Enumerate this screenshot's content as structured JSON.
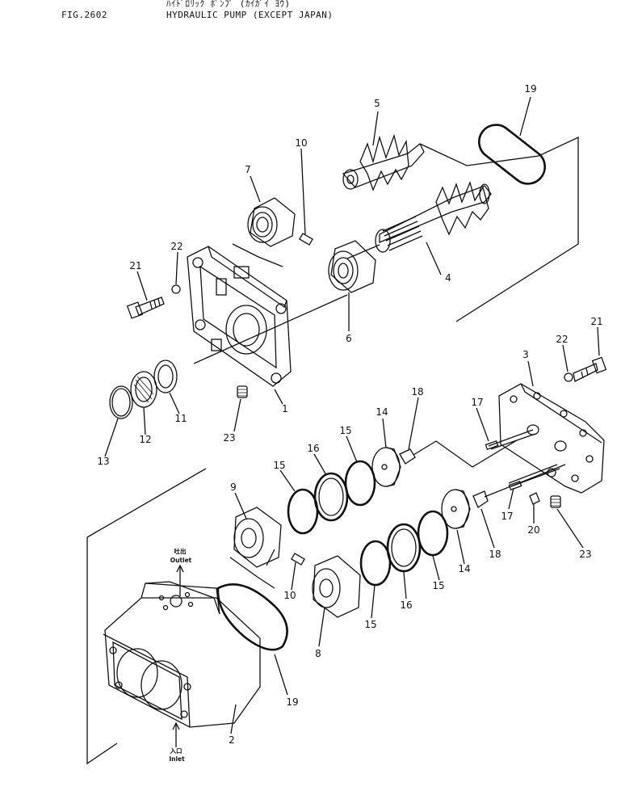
{
  "header": {
    "jp_title": "ﾊｲﾄﾞﾛﾘｯｸ ﾎﾟﾝﾌﾟ (ｶｲｶﾞｲ ﾖｳ)",
    "fig_number": "FIG.2602",
    "title": "HYDRAULIC PUMP (EXCEPT JAPAN)"
  },
  "callouts": [
    "1",
    "2",
    "3",
    "4",
    "5",
    "6",
    "7",
    "8",
    "9",
    "10",
    "10",
    "11",
    "12",
    "13",
    "14",
    "14",
    "15",
    "15",
    "15",
    "15",
    "16",
    "16",
    "17",
    "17",
    "18",
    "18",
    "19",
    "19",
    "20",
    "21",
    "21",
    "22",
    "22",
    "23",
    "23"
  ],
  "ports": {
    "outlet_jp": "吐出",
    "outlet": "Outlet",
    "inlet_jp": "入口",
    "inlet": "Inlet"
  }
}
